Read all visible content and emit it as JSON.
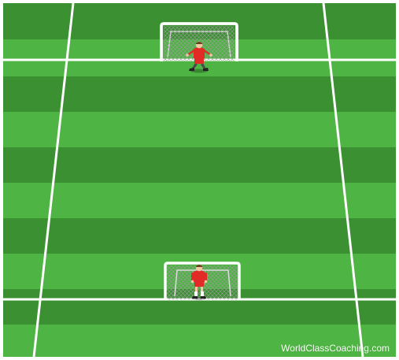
{
  "drill": {
    "watermark": "WorldClassCoaching.com"
  },
  "colors": {
    "grass_dark": "#3b9132",
    "grass_light": "#4eb443",
    "lines": "#ffffff",
    "player_shirt": "#e22b27",
    "player_shorts": "#e22b27",
    "net": "#9e9e9e"
  },
  "players": [
    {
      "role": "goalkeeper",
      "name": "top-goalkeeper"
    },
    {
      "role": "goalkeeper",
      "name": "bottom-goalkeeper"
    }
  ]
}
